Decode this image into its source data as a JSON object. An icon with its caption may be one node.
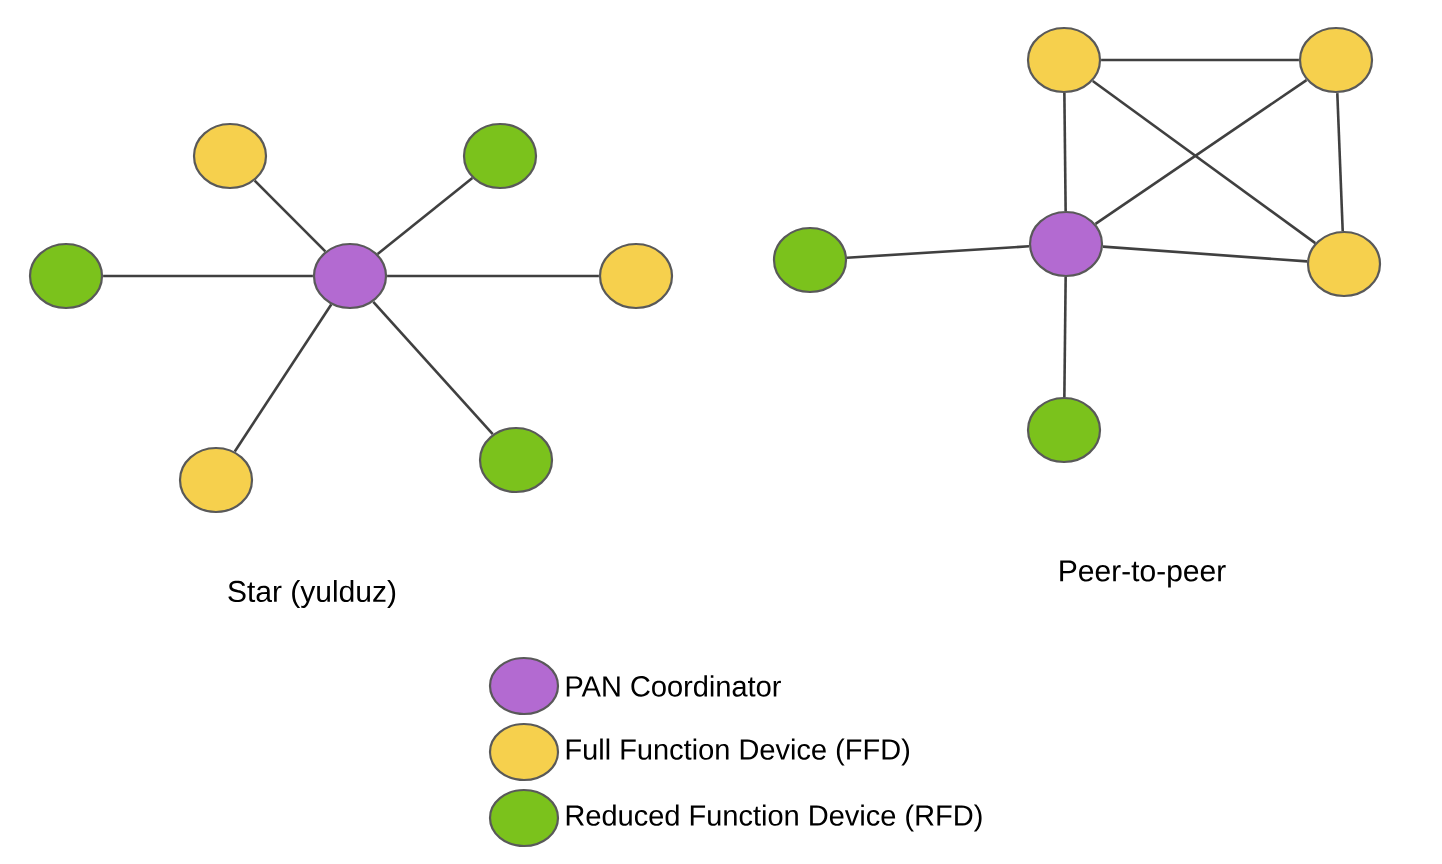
{
  "diagram": {
    "nodes": [
      {
        "text": [],
        "shape": "circle"
      },
      {
        "text": [],
        "shape": "circle"
      },
      {
        "text": [],
        "shape": "circle"
      },
      {
        "text": [],
        "shape": "circle"
      },
      {
        "text": [],
        "shape": "circle"
      },
      {
        "text": [],
        "shape": "circle"
      },
      {
        "text": [],
        "shape": "circle"
      },
      {
        "text": [],
        "shape": "circle"
      },
      {
        "text": [],
        "shape": "circle"
      },
      {
        "text": [],
        "shape": "circle"
      },
      {
        "text": [],
        "shape": "circle"
      },
      {
        "text": [],
        "shape": "circle"
      },
      {
        "text": [],
        "shape": "circle"
      }
    ],
    "edges": [
      {
        "from": 3,
        "to": 0,
        "arrow": "none"
      },
      {
        "from": 3,
        "to": 1,
        "arrow": "none"
      },
      {
        "from": 3,
        "to": 2,
        "arrow": "none"
      },
      {
        "from": 3,
        "to": 4,
        "arrow": "none"
      },
      {
        "from": 3,
        "to": 5,
        "arrow": "none"
      },
      {
        "from": 3,
        "to": 6,
        "arrow": "none"
      },
      {
        "from": 10,
        "to": 7,
        "arrow": "none"
      },
      {
        "from": 7,
        "to": 8,
        "arrow": "none"
      },
      {
        "from": 8,
        "to": 11,
        "arrow": "none"
      },
      {
        "from": 7,
        "to": 11,
        "arrow": "none"
      },
      {
        "from": 8,
        "to": 10,
        "arrow": "none"
      },
      {
        "from": 10,
        "to": 11,
        "arrow": "none"
      },
      {
        "from": 10,
        "to": 9,
        "arrow": "none"
      },
      {
        "from": 10,
        "to": 12,
        "arrow": "none"
      }
    ],
    "labels": [
      "Star (yulduz)",
      "Peer-to-peer"
    ],
    "legend": [
      {
        "text": "PAN Coordinator",
        "color": "#b36ad1"
      },
      {
        "text": "Full Function Device (FFD)",
        "color": "#f6d04d"
      },
      {
        "text": "Reduced Function Device (RFD)",
        "color": "#7bc21c"
      }
    ]
  }
}
